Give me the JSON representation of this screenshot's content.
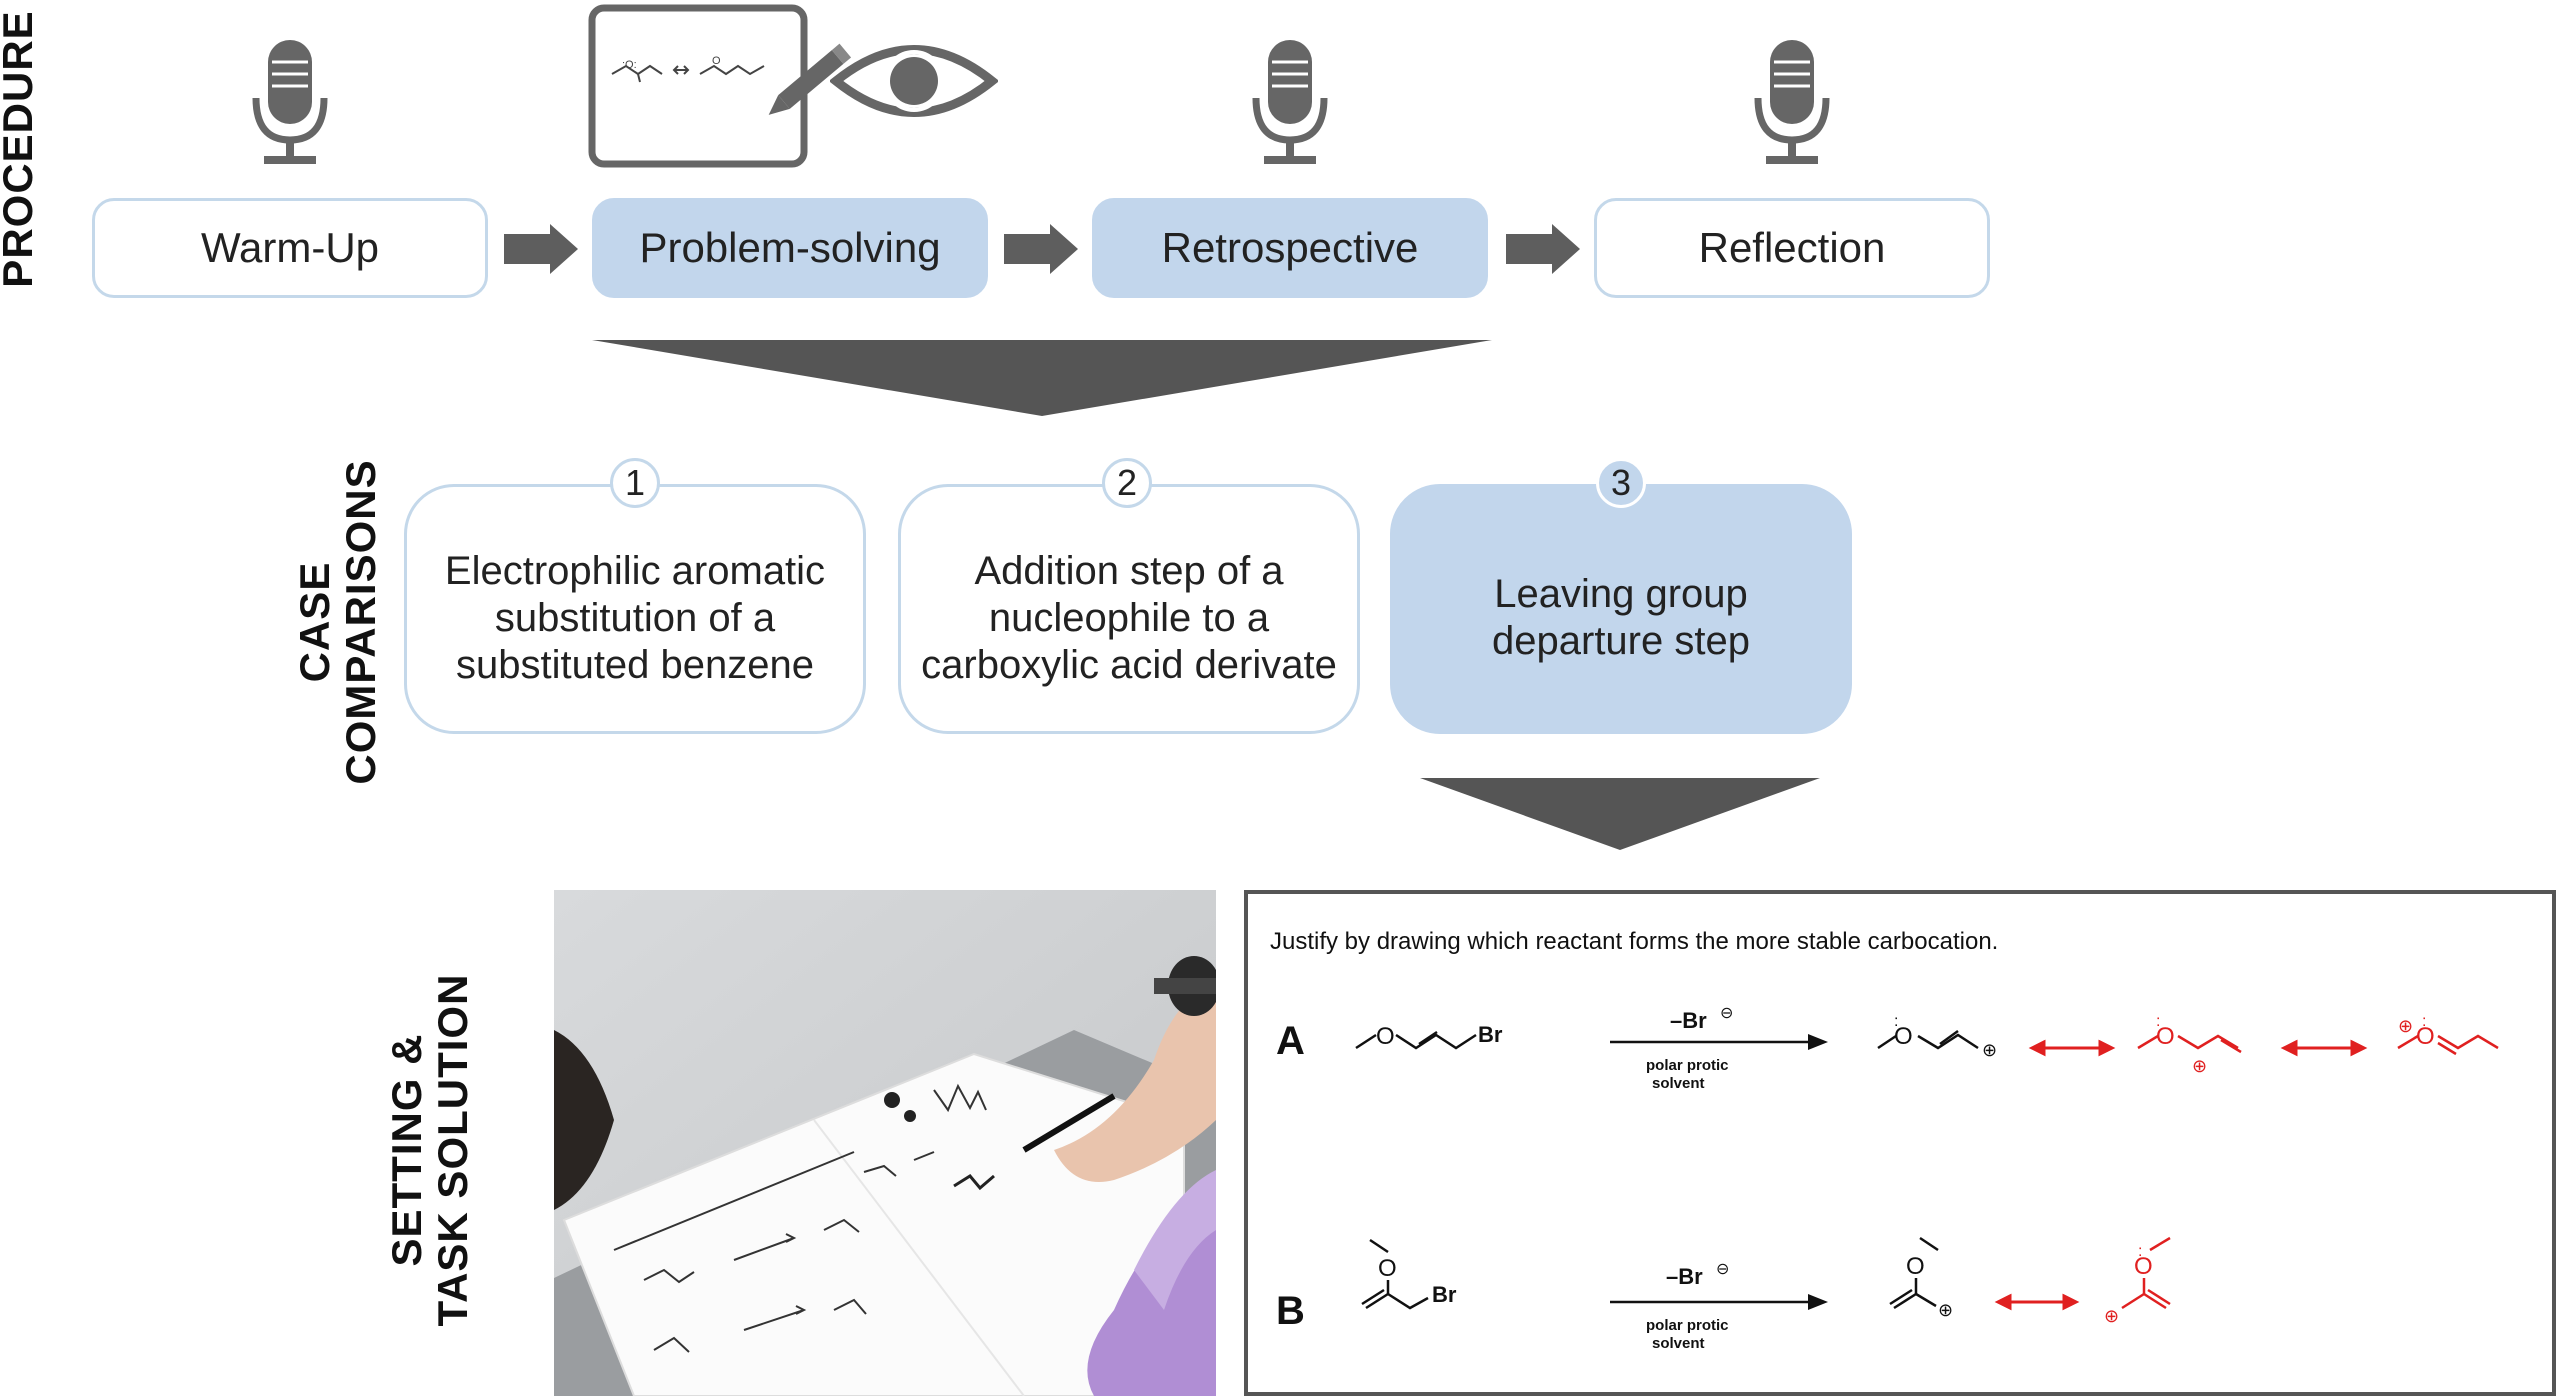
{
  "procedure": {
    "label": "PROCEDURE",
    "steps": [
      {
        "label": "Warm-Up"
      },
      {
        "label": "Problem-solving"
      },
      {
        "label": "Retrospective"
      },
      {
        "label": "Reflection"
      }
    ]
  },
  "case_comparisons": {
    "label_line1": "CASE",
    "label_line2": "COMPARISONS",
    "cases": [
      {
        "number": "1",
        "text": "Electrophilic aromatic substitution of a substituted benzene"
      },
      {
        "number": "2",
        "text": "Addition step of a nucleophile to a carboxylic acid derivate"
      },
      {
        "number": "3",
        "text": "Leaving group departure step"
      }
    ]
  },
  "setting": {
    "label_line1": "SETTING &",
    "label_line2": "TASK SOLUTION"
  },
  "task": {
    "instruction": "Justify by drawing which reactant forms the more stable carbocation.",
    "reaction_a": {
      "label": "A",
      "reagent": "–Br",
      "charge": "⊖",
      "conditions_line1": "polar protic",
      "conditions_line2": "solvent",
      "leaving": "Br",
      "oxygen": "O"
    },
    "reaction_b": {
      "label": "B",
      "reagent": "–Br",
      "charge": "⊖",
      "conditions_line1": "polar protic",
      "conditions_line2": "solvent",
      "leaving": "Br",
      "oxygen": "O"
    }
  },
  "colors": {
    "highlight": "#c2d6ec",
    "border": "#c4d8ea",
    "arrow": "#5e5e5e",
    "icon": "#666666",
    "resonance": "#e02020"
  }
}
